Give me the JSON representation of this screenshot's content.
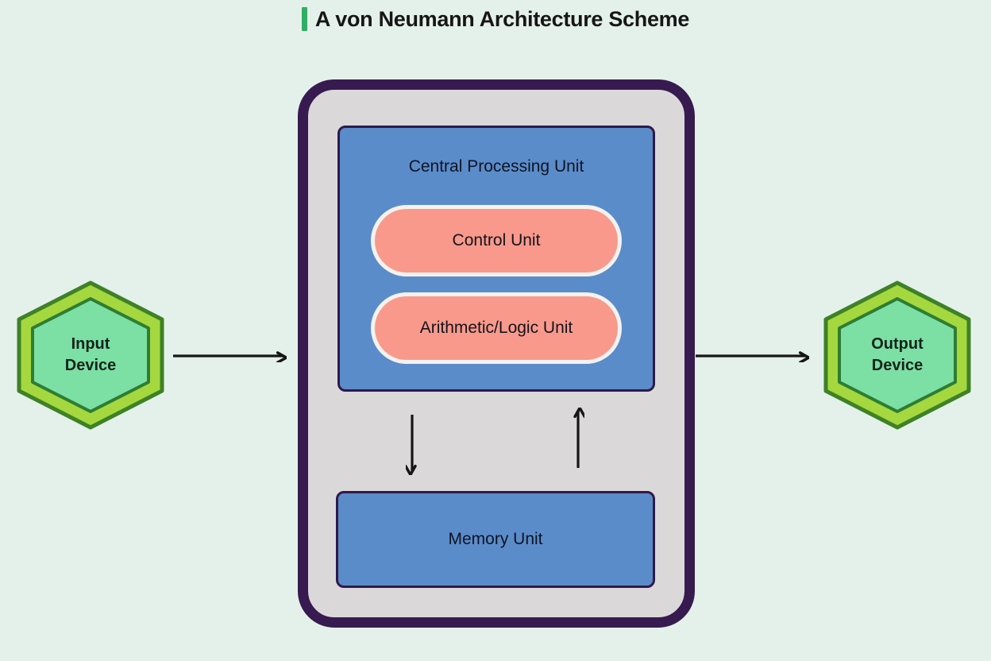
{
  "title": {
    "text": "A von Neumann Architecture Scheme"
  },
  "nodes": {
    "cpu": {
      "label": "Central Processing Unit",
      "children": [
        {
          "label": "Control Unit"
        },
        {
          "label": "Arithmetic/Logic Unit"
        }
      ]
    },
    "memory": {
      "label": "Memory Unit"
    },
    "input": {
      "label": "Input Device"
    },
    "output": {
      "label": "Output Device"
    }
  },
  "arrows": [
    {
      "from": "input-device",
      "to": "machine",
      "direction": "right"
    },
    {
      "from": "machine",
      "to": "output-device",
      "direction": "right"
    },
    {
      "from": "cpu",
      "to": "memory-unit",
      "direction": "down"
    },
    {
      "from": "memory-unit",
      "to": "cpu",
      "direction": "up"
    }
  ],
  "colors": {
    "background": "#e4f1ea",
    "title_accent": "#2fae66",
    "machine_border": "#371a4f",
    "machine_fill": "#dbd8da",
    "unit_fill": "#5b8cca",
    "unit_border": "#2e1a4a",
    "pill_fill": "#f8998c",
    "pill_border": "#f3f2ef",
    "hex_ring": "#a4d83e",
    "hex_ring_stroke": "#3e8127",
    "hex_inner_fill": "#7ce0a5",
    "hex_inner_stroke": "#2e7d33",
    "arrow": "#161616",
    "text": "#14141c"
  }
}
